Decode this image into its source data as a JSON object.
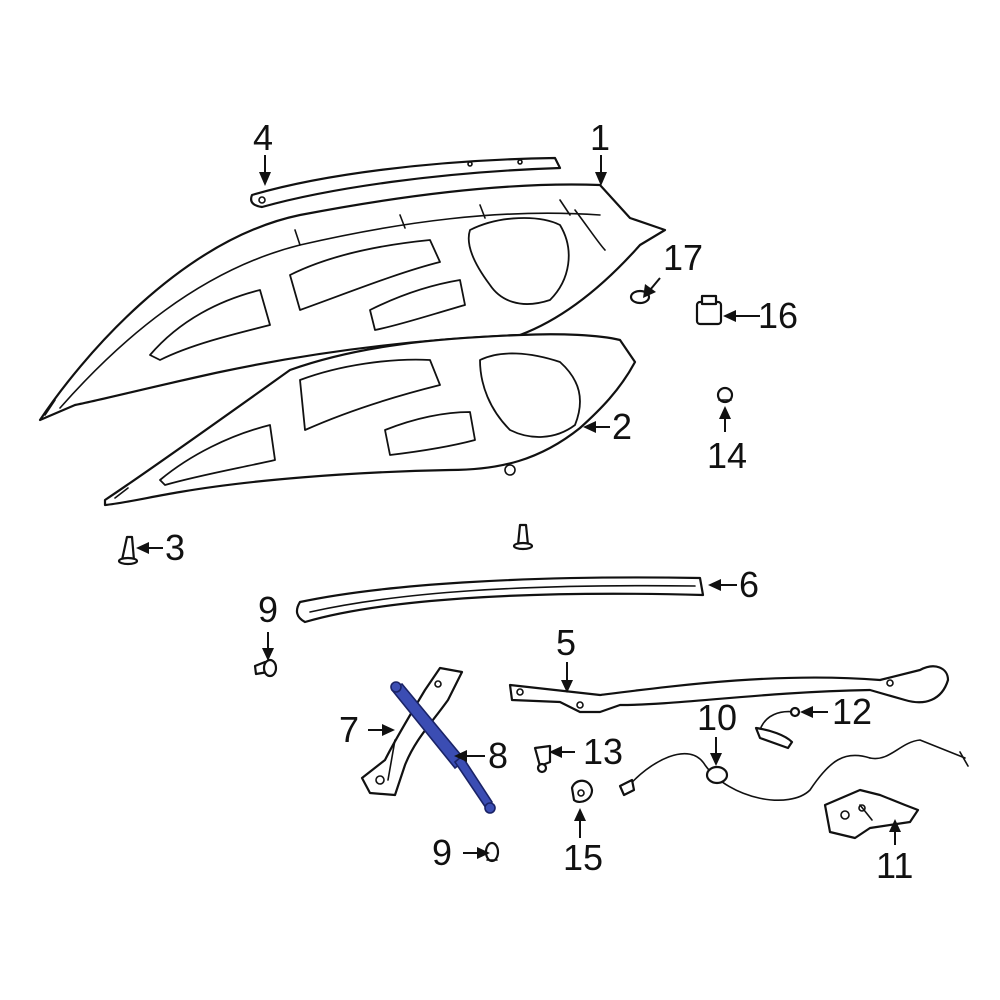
{
  "callouts": {
    "c1": "1",
    "c2": "2",
    "c3": "3",
    "c4": "4",
    "c5": "5",
    "c6": "6",
    "c7": "7",
    "c8": "8",
    "c9a": "9",
    "c9b": "9",
    "c10": "10",
    "c11": "11",
    "c12": "12",
    "c13": "13",
    "c14": "14",
    "c15": "15",
    "c16": "16",
    "c17": "17"
  },
  "colors": {
    "highlight": "#3b4db3",
    "line": "#111111",
    "background": "#ffffff"
  }
}
